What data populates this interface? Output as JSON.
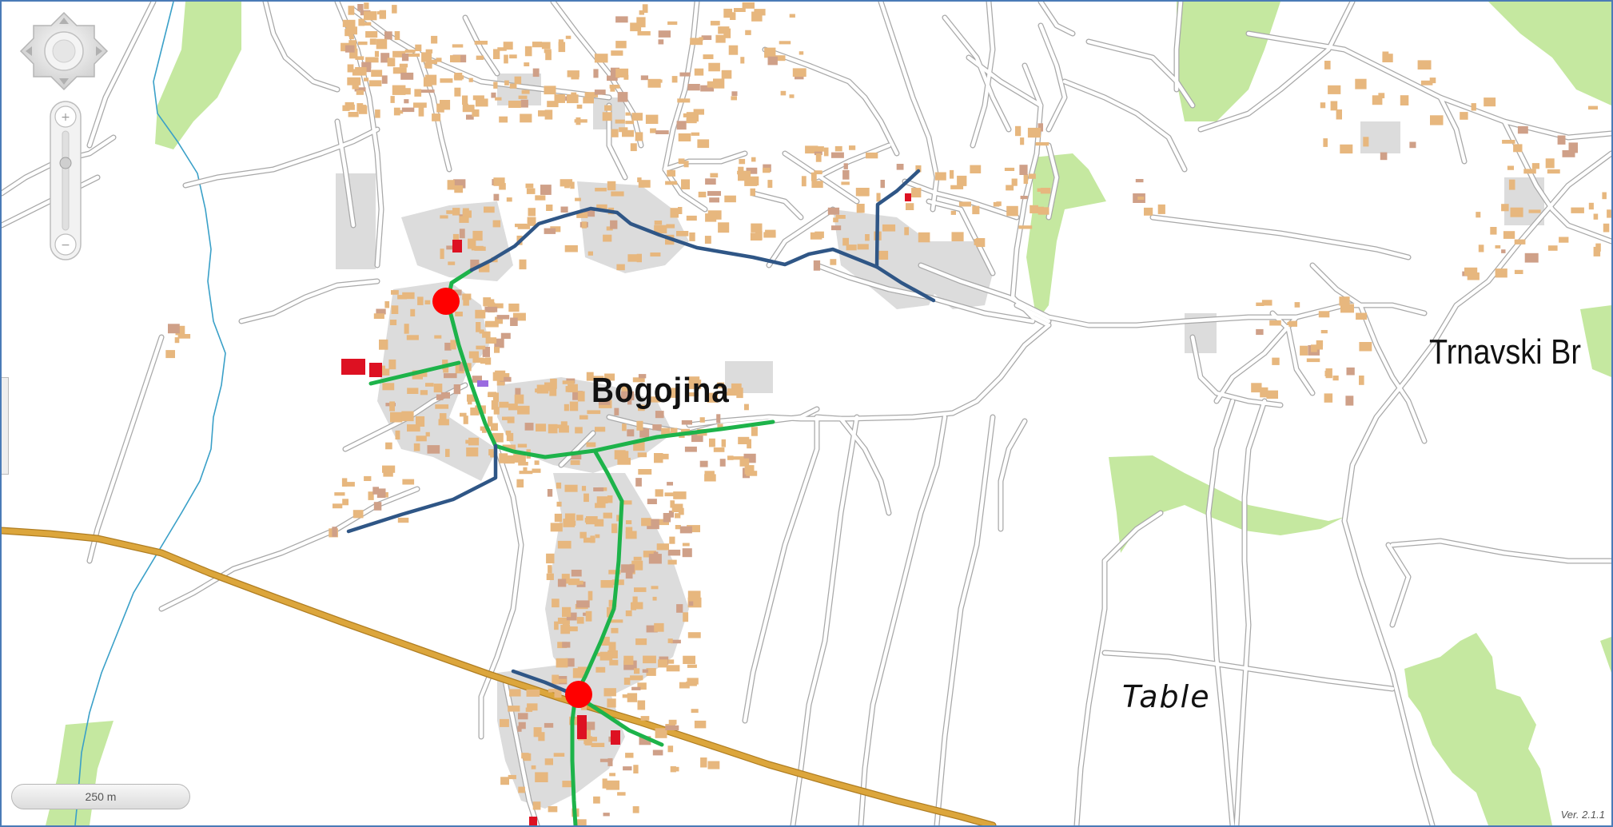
{
  "map": {
    "places": {
      "village": "Bogojina",
      "settlement": "Trnavski Br",
      "field": "Table"
    },
    "scale_label": "250 m",
    "version": "Ver. 2.1.1",
    "zoom_in_symbol": "+",
    "zoom_out_symbol": "−"
  },
  "colors": {
    "frame_border": "#4a7bb7",
    "water_line": "#3aa0c8",
    "green_area": "#c5e8a0",
    "main_road": "#dca63c",
    "road_outline": "#a8a8a8",
    "building": "#e7b77e",
    "building_red": "#dd1122",
    "built_area": "#dcdcdc",
    "network_green": "#1db34a",
    "network_blue": "#2f5686",
    "node_red": "#ff0000"
  },
  "icons": {
    "pan": "pan-arrows-icon",
    "zoom_in": "zoom-in-icon",
    "zoom_out": "zoom-out-icon",
    "zoom_handle": "zoom-slider-handle-icon"
  }
}
